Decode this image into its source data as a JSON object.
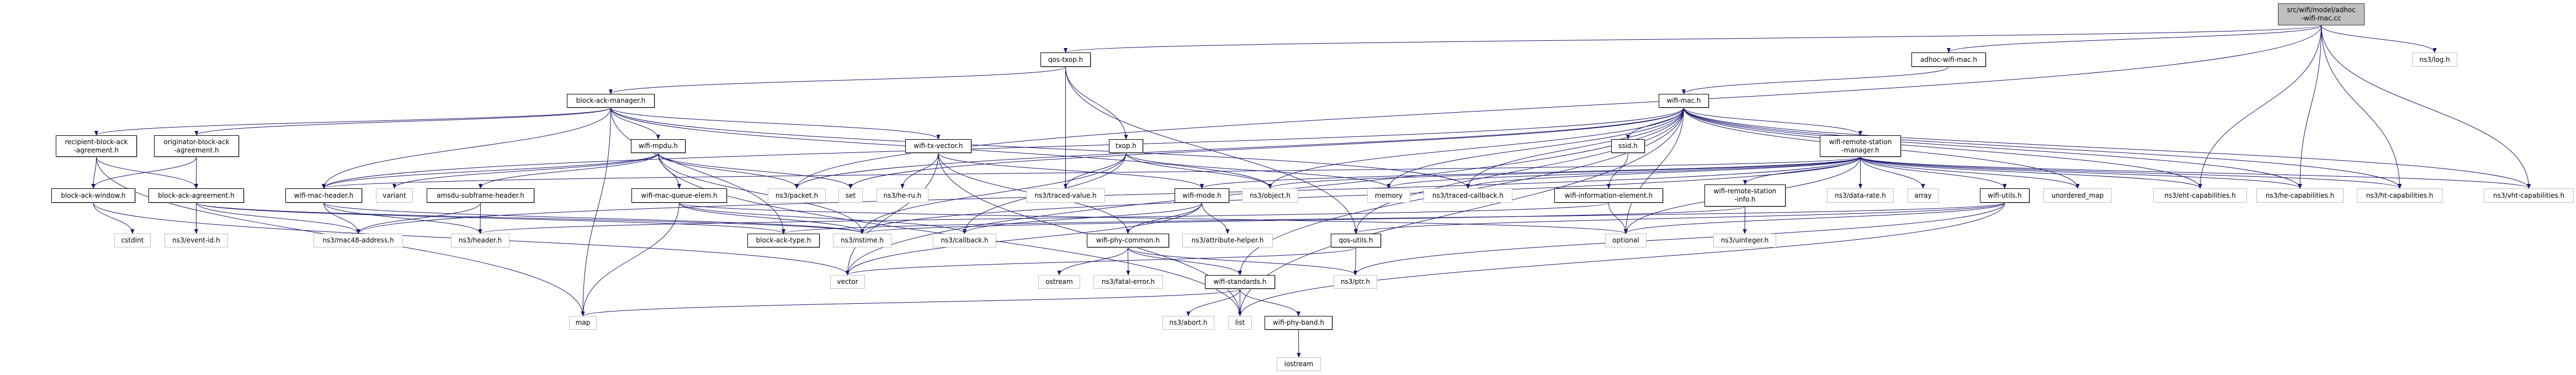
{
  "graph": {
    "type": "include-dependency-graph",
    "colors": {
      "edge": "#191970",
      "root_fill": "#bfbfbf",
      "documented_border": "#000000",
      "external_border": "#bfbfbf"
    },
    "nodes": [
      {
        "id": "root",
        "label": "src/wifi/model/adhoc\n-wifi-mac.cc",
        "kind": "root"
      },
      {
        "id": "qos_txop",
        "label": "qos-txop.h",
        "kind": "doc"
      },
      {
        "id": "adhoc",
        "label": "adhoc-wifi-mac.h",
        "kind": "doc"
      },
      {
        "id": "log",
        "label": "ns3/log.h",
        "kind": "ext"
      },
      {
        "id": "bam",
        "label": "block-ack-manager.h",
        "kind": "doc"
      },
      {
        "id": "wifimac",
        "label": "wifi-mac.h",
        "kind": "doc"
      },
      {
        "id": "recipient",
        "label": "recipient-block-ack\n-agreement.h",
        "kind": "doc"
      },
      {
        "id": "originator",
        "label": "originator-block-ack\n-agreement.h",
        "kind": "doc"
      },
      {
        "id": "mpdu",
        "label": "wifi-mpdu.h",
        "kind": "doc"
      },
      {
        "id": "txvec",
        "label": "wifi-tx-vector.h",
        "kind": "doc"
      },
      {
        "id": "txop",
        "label": "txop.h",
        "kind": "doc"
      },
      {
        "id": "ssid",
        "label": "ssid.h",
        "kind": "doc"
      },
      {
        "id": "wrsm",
        "label": "wifi-remote-station\n-manager.h",
        "kind": "doc"
      },
      {
        "id": "wrsi",
        "label": "wifi-remote-station\n-info.h",
        "kind": "doc"
      },
      {
        "id": "baw",
        "label": "block-ack-window.h",
        "kind": "doc"
      },
      {
        "id": "baa",
        "label": "block-ack-agreement.h",
        "kind": "doc"
      },
      {
        "id": "wmh",
        "label": "wifi-mac-header.h",
        "kind": "doc"
      },
      {
        "id": "variant",
        "label": "variant",
        "kind": "ext"
      },
      {
        "id": "amsdu",
        "label": "amsdu-subframe-header.h",
        "kind": "doc"
      },
      {
        "id": "wmqe",
        "label": "wifi-mac-queue-elem.h",
        "kind": "doc"
      },
      {
        "id": "packet",
        "label": "ns3/packet.h",
        "kind": "ext"
      },
      {
        "id": "set",
        "label": "set",
        "kind": "ext"
      },
      {
        "id": "heru",
        "label": "ns3/he-ru.h",
        "kind": "ext"
      },
      {
        "id": "tvalue",
        "label": "ns3/traced-value.h",
        "kind": "ext"
      },
      {
        "id": "wmode",
        "label": "wifi-mode.h",
        "kind": "doc"
      },
      {
        "id": "object",
        "label": "ns3/object.h",
        "kind": "ext"
      },
      {
        "id": "memory",
        "label": "memory",
        "kind": "ext"
      },
      {
        "id": "tcallback",
        "label": "ns3/traced-callback.h",
        "kind": "ext"
      },
      {
        "id": "wie",
        "label": "wifi-information-element.h",
        "kind": "doc"
      },
      {
        "id": "datarate",
        "label": "ns3/data-rate.h",
        "kind": "ext"
      },
      {
        "id": "array",
        "label": "array",
        "kind": "ext"
      },
      {
        "id": "wutils",
        "label": "wifi-utils.h",
        "kind": "doc"
      },
      {
        "id": "umap",
        "label": "unordered_map",
        "kind": "ext"
      },
      {
        "id": "eht",
        "label": "ns3/eht-capabilities.h",
        "kind": "ext"
      },
      {
        "id": "he",
        "label": "ns3/he-capabilities.h",
        "kind": "ext"
      },
      {
        "id": "ht",
        "label": "ns3/ht-capabilities.h",
        "kind": "ext"
      },
      {
        "id": "vht",
        "label": "ns3/vht-capabilities.h",
        "kind": "ext"
      },
      {
        "id": "cstdint",
        "label": "cstdint",
        "kind": "ext"
      },
      {
        "id": "eventid",
        "label": "ns3/event-id.h",
        "kind": "ext"
      },
      {
        "id": "mac48",
        "label": "ns3/mac48-address.h",
        "kind": "ext"
      },
      {
        "id": "header",
        "label": "ns3/header.h",
        "kind": "ext"
      },
      {
        "id": "batype",
        "label": "block-ack-type.h",
        "kind": "doc"
      },
      {
        "id": "nstime",
        "label": "ns3/nstime.h",
        "kind": "ext"
      },
      {
        "id": "callback",
        "label": "ns3/callback.h",
        "kind": "ext"
      },
      {
        "id": "wpc",
        "label": "wifi-phy-common.h",
        "kind": "doc"
      },
      {
        "id": "attrhelper",
        "label": "ns3/attribute-helper.h",
        "kind": "ext"
      },
      {
        "id": "qosutils",
        "label": "qos-utils.h",
        "kind": "doc"
      },
      {
        "id": "optional",
        "label": "optional",
        "kind": "ext"
      },
      {
        "id": "uinteger",
        "label": "ns3/uinteger.h",
        "kind": "ext"
      },
      {
        "id": "vector",
        "label": "vector",
        "kind": "ext"
      },
      {
        "id": "ostream",
        "label": "ostream",
        "kind": "ext"
      },
      {
        "id": "fatal",
        "label": "ns3/fatal-error.h",
        "kind": "ext"
      },
      {
        "id": "wstd",
        "label": "wifi-standards.h",
        "kind": "doc"
      },
      {
        "id": "ptr",
        "label": "ns3/ptr.h",
        "kind": "ext"
      },
      {
        "id": "map",
        "label": "map",
        "kind": "ext"
      },
      {
        "id": "abort",
        "label": "ns3/abort.h",
        "kind": "ext"
      },
      {
        "id": "list",
        "label": "list",
        "kind": "ext"
      },
      {
        "id": "wpb",
        "label": "wifi-phy-band.h",
        "kind": "doc"
      },
      {
        "id": "iostream",
        "label": "iostream",
        "kind": "ext"
      }
    ],
    "edges": [
      [
        "root",
        "qos_txop"
      ],
      [
        "root",
        "adhoc"
      ],
      [
        "root",
        "packet"
      ],
      [
        "root",
        "log"
      ],
      [
        "root",
        "eht"
      ],
      [
        "root",
        "he"
      ],
      [
        "root",
        "ht"
      ],
      [
        "root",
        "vht"
      ],
      [
        "adhoc",
        "wifimac"
      ],
      [
        "qos_txop",
        "bam"
      ],
      [
        "qos_txop",
        "txop"
      ],
      [
        "qos_txop",
        "tvalue"
      ],
      [
        "qos_txop",
        "qosutils"
      ],
      [
        "bam",
        "recipient"
      ],
      [
        "bam",
        "originator"
      ],
      [
        "bam",
        "wmh"
      ],
      [
        "bam",
        "mpdu"
      ],
      [
        "bam",
        "txvec"
      ],
      [
        "bam",
        "batype"
      ],
      [
        "bam",
        "object"
      ],
      [
        "bam",
        "tcallback"
      ],
      [
        "bam",
        "map"
      ],
      [
        "recipient",
        "baw"
      ],
      [
        "recipient",
        "baa"
      ],
      [
        "recipient",
        "map"
      ],
      [
        "originator",
        "baw"
      ],
      [
        "originator",
        "baa"
      ],
      [
        "baw",
        "cstdint"
      ],
      [
        "baw",
        "vector"
      ],
      [
        "baa",
        "eventid"
      ],
      [
        "baa",
        "mac48"
      ],
      [
        "baa",
        "batype"
      ],
      [
        "baa",
        "nstime"
      ],
      [
        "wmh",
        "mac48"
      ],
      [
        "wmh",
        "header"
      ],
      [
        "wmh",
        "nstime"
      ],
      [
        "mpdu",
        "wmh"
      ],
      [
        "mpdu",
        "variant"
      ],
      [
        "mpdu",
        "amsdu"
      ],
      [
        "mpdu",
        "wmqe"
      ],
      [
        "mpdu",
        "packet"
      ],
      [
        "mpdu",
        "set"
      ],
      [
        "mpdu",
        "list"
      ],
      [
        "mpdu",
        "nstime"
      ],
      [
        "amsdu",
        "header"
      ],
      [
        "amsdu",
        "mac48"
      ],
      [
        "wmqe",
        "map"
      ],
      [
        "wmqe",
        "nstime"
      ],
      [
        "wmqe",
        "callback"
      ],
      [
        "wmqe",
        "optional"
      ],
      [
        "txvec",
        "heru"
      ],
      [
        "txvec",
        "wmode"
      ],
      [
        "txvec",
        "wpc"
      ],
      [
        "txvec",
        "list"
      ],
      [
        "txvec",
        "vector"
      ],
      [
        "txop",
        "tvalue"
      ],
      [
        "txop",
        "object"
      ],
      [
        "txop",
        "nstime"
      ],
      [
        "txop",
        "callback"
      ],
      [
        "txop",
        "memory"
      ],
      [
        "wmode",
        "wpc"
      ],
      [
        "wmode",
        "attrhelper"
      ],
      [
        "wmode",
        "vector"
      ],
      [
        "wmode",
        "callback"
      ],
      [
        "wpc",
        "ostream"
      ],
      [
        "wpc",
        "fatal"
      ],
      [
        "wpc",
        "wstd"
      ],
      [
        "wpc",
        "ptr"
      ],
      [
        "wstd",
        "abort"
      ],
      [
        "wstd",
        "list"
      ],
      [
        "wstd",
        "wpb"
      ],
      [
        "wstd",
        "map"
      ],
      [
        "wpb",
        "iostream"
      ],
      [
        "qosutils",
        "ptr"
      ],
      [
        "qosutils",
        "vector"
      ],
      [
        "wifimac",
        "ssid"
      ],
      [
        "wifimac",
        "wrsm"
      ],
      [
        "wifimac",
        "memory"
      ],
      [
        "wifimac",
        "tcallback"
      ],
      [
        "wifimac",
        "object"
      ],
      [
        "wifimac",
        "set"
      ],
      [
        "wifimac",
        "packet"
      ],
      [
        "wifimac",
        "qosutils"
      ],
      [
        "wifimac",
        "wstd"
      ],
      [
        "wifimac",
        "list"
      ],
      [
        "wifimac",
        "optional"
      ],
      [
        "wifimac",
        "umap"
      ],
      [
        "wifimac",
        "eht"
      ],
      [
        "wifimac",
        "he"
      ],
      [
        "wifimac",
        "ht"
      ],
      [
        "wifimac",
        "vht"
      ],
      [
        "wifimac",
        "wmh"
      ],
      [
        "wifimac",
        "vector"
      ],
      [
        "ssid",
        "wie"
      ],
      [
        "wie",
        "optional"
      ],
      [
        "wie",
        "header"
      ],
      [
        "wrsm",
        "wrsi"
      ],
      [
        "wrsm",
        "datarate"
      ],
      [
        "wrsm",
        "array"
      ],
      [
        "wrsm",
        "wutils"
      ],
      [
        "wrsm",
        "umap"
      ],
      [
        "wrsm",
        "eht"
      ],
      [
        "wrsm",
        "he"
      ],
      [
        "wrsm",
        "ht"
      ],
      [
        "wrsm",
        "vht"
      ],
      [
        "wrsm",
        "tcallback"
      ],
      [
        "wrsm",
        "memory"
      ],
      [
        "wrsm",
        "object"
      ],
      [
        "wrsm",
        "wmode"
      ],
      [
        "wrsm",
        "optional"
      ],
      [
        "wrsm",
        "wmh"
      ],
      [
        "wrsm",
        "nstime"
      ],
      [
        "wrsm",
        "mac48"
      ],
      [
        "wrsi",
        "uinteger"
      ],
      [
        "wrsi",
        "nstime"
      ],
      [
        "wutils",
        "qosutils"
      ],
      [
        "wutils",
        "batype"
      ],
      [
        "wutils",
        "ptr"
      ],
      [
        "wutils",
        "list"
      ],
      [
        "wutils",
        "optional"
      ]
    ]
  }
}
